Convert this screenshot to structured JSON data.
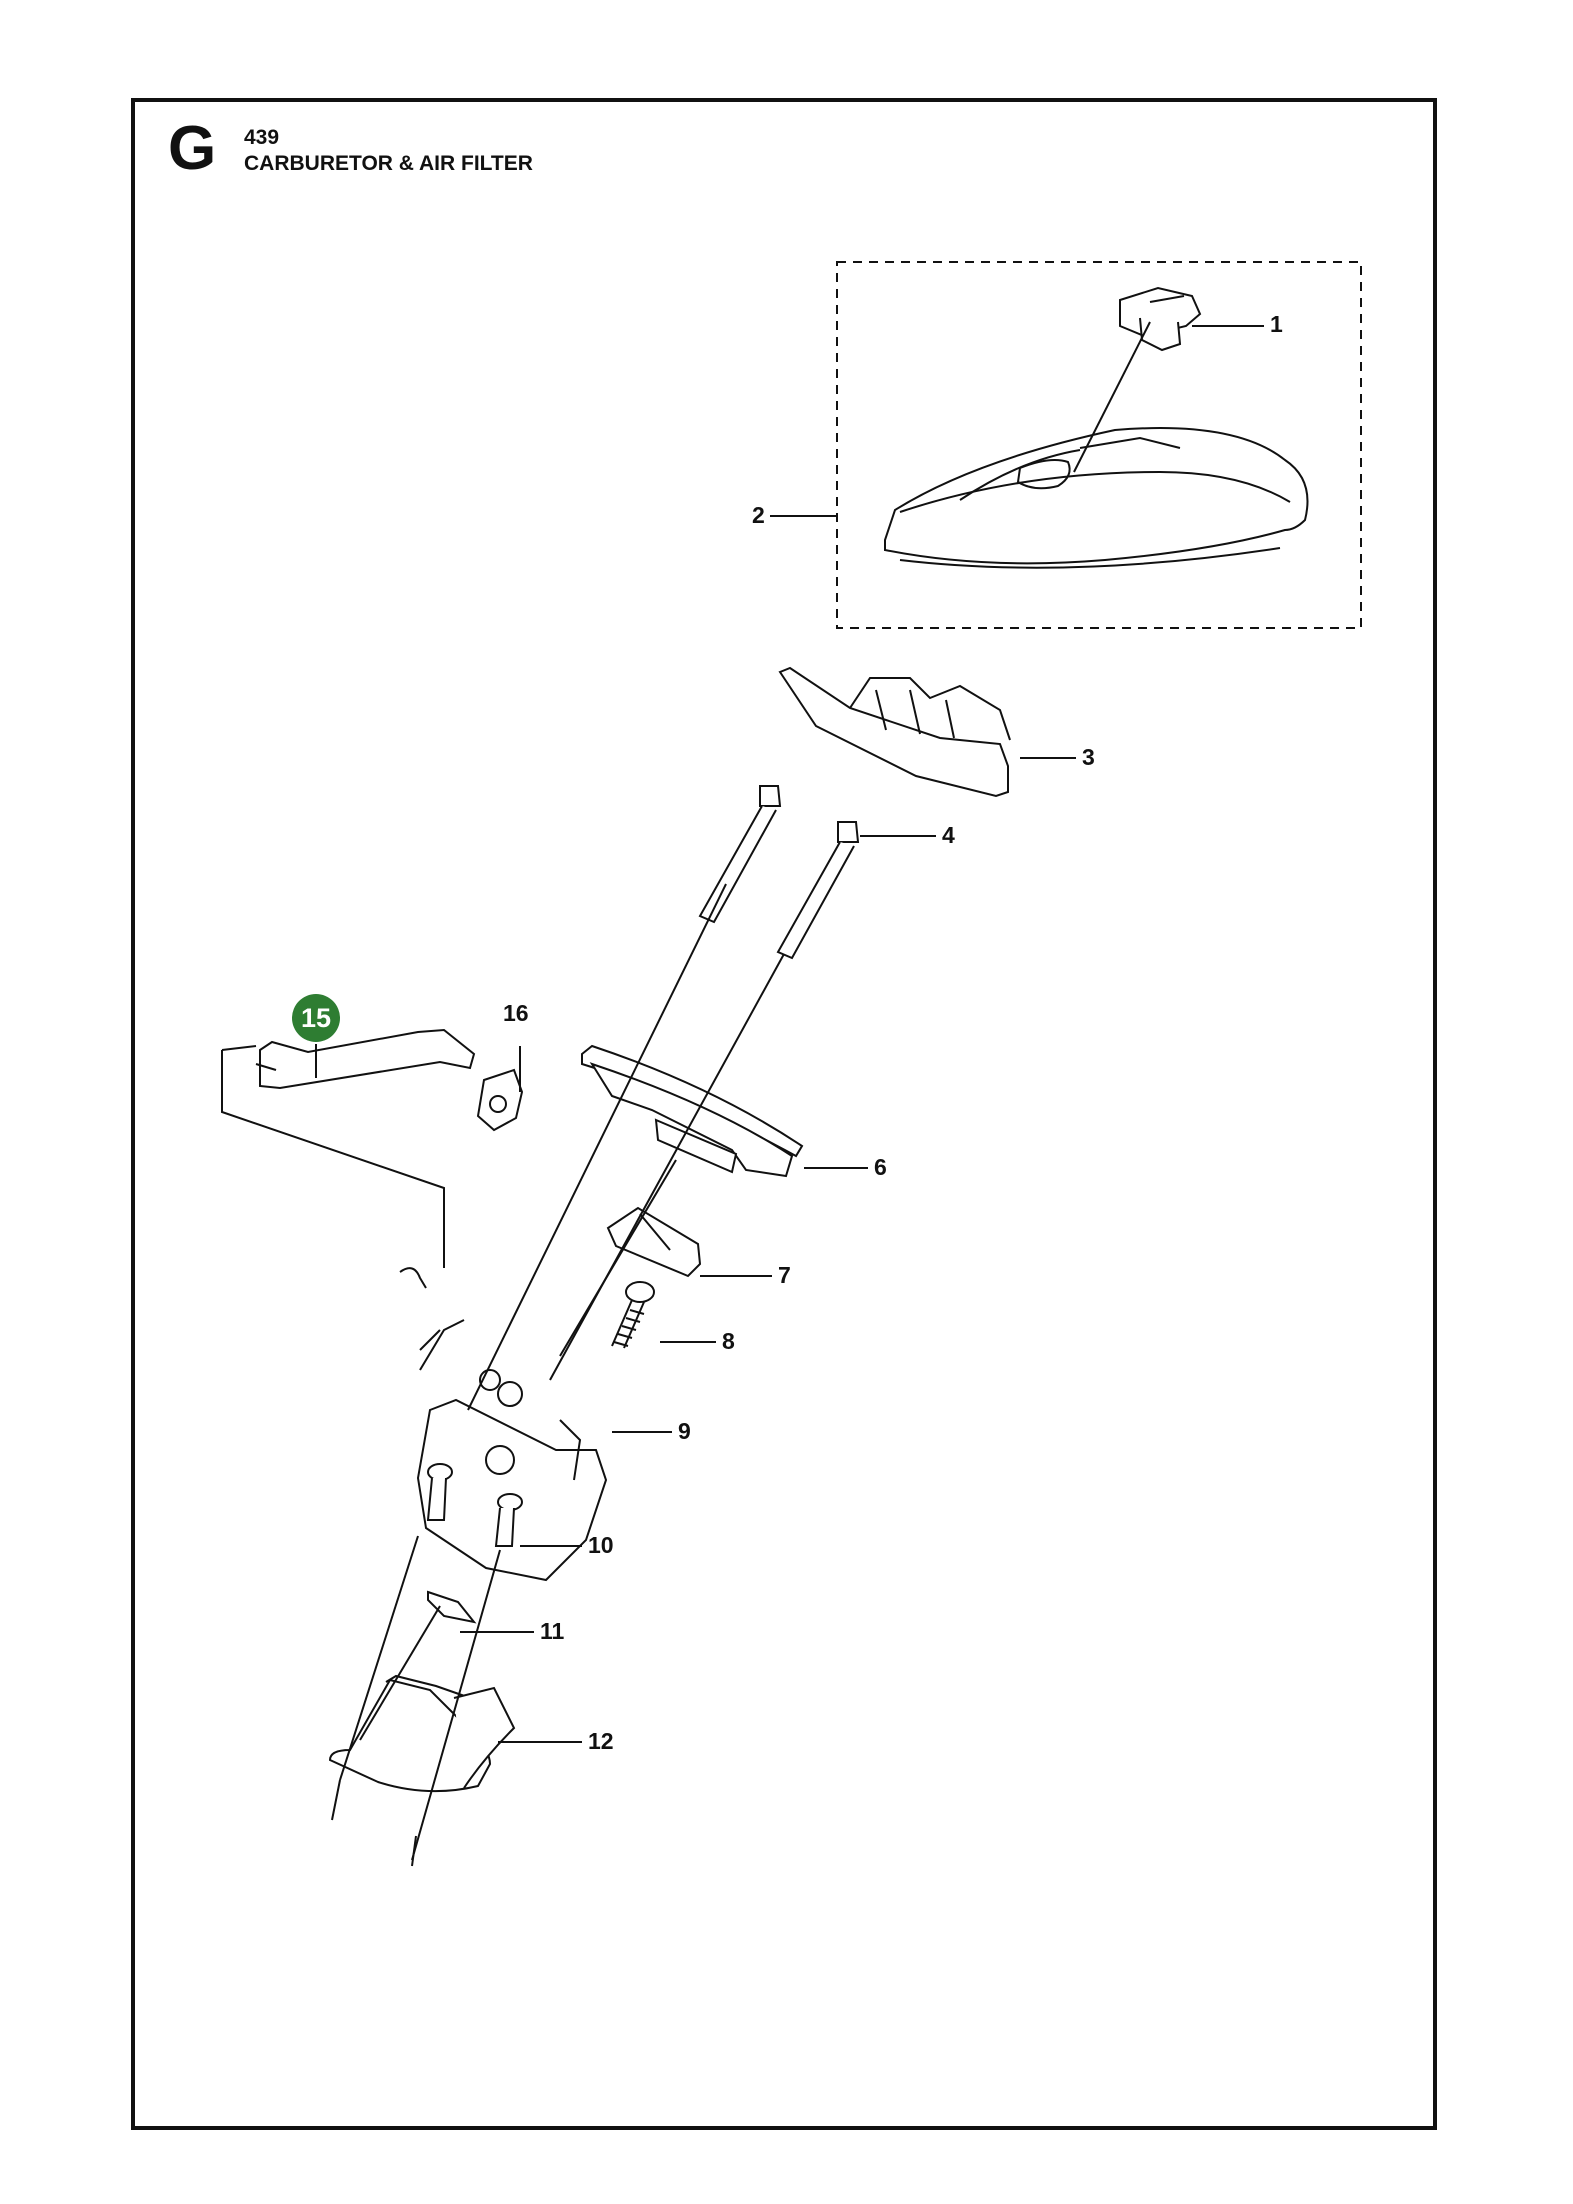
{
  "header": {
    "section_letter": "G",
    "model": "439",
    "title": "CARBURETOR & AIR FILTER"
  },
  "callouts": {
    "c1": "1",
    "c2": "2",
    "c3": "3",
    "c4": "4",
    "c6": "6",
    "c7": "7",
    "c8": "8",
    "c9": "9",
    "c10": "10",
    "c11": "11",
    "c12": "12",
    "c15": "15",
    "c16": "16"
  },
  "colors": {
    "highlight": "#2e7d32",
    "ink": "#111111"
  }
}
